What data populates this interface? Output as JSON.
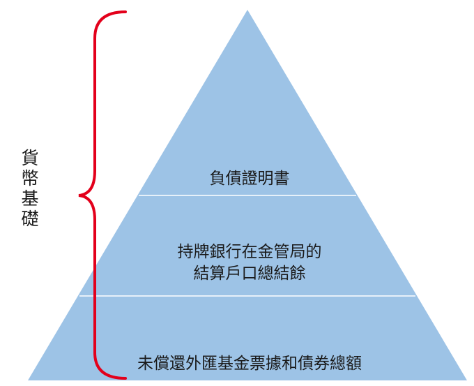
{
  "diagram": {
    "bracket_label": "貨幣基礎",
    "tiers": [
      {
        "id": "top",
        "label_lines": [
          "負債證明書"
        ]
      },
      {
        "id": "middle",
        "label_lines": [
          "持牌銀行在金管局的",
          "結算戶口總結餘"
        ]
      },
      {
        "id": "bottom",
        "label_lines": [
          "未償還外匯基金票據和債券總額"
        ]
      }
    ],
    "colors": {
      "pyramid_fill": "#9dc3e6",
      "divider": "#ffffff",
      "bracket": "#e3001b",
      "text": "#1a1a1a"
    }
  }
}
